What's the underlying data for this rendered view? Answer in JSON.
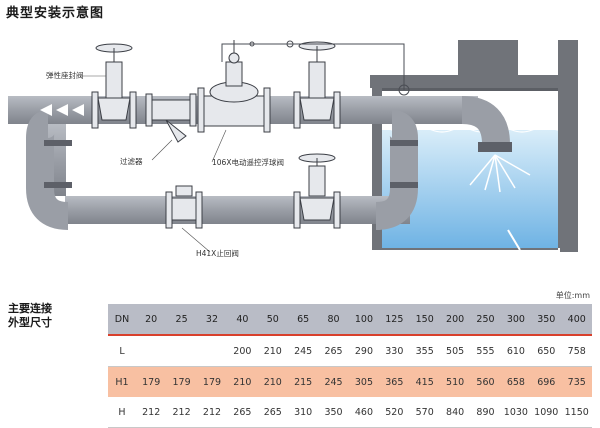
{
  "title": "典型安装示意图",
  "callouts": {
    "gate_valve": "弹性座封阀",
    "filter": "过滤器",
    "float_valve": "106X电动遥控浮球阀",
    "check_valve": "H41X止回阀"
  },
  "side_label": {
    "line1": "主要连接",
    "line2": "外型尺寸"
  },
  "unit": "单位:mm",
  "table": {
    "dn": {
      "label": "DN",
      "values": [
        "20",
        "25",
        "32",
        "40",
        "50",
        "65",
        "80",
        "100",
        "125",
        "150",
        "200",
        "250",
        "300",
        "350",
        "400"
      ]
    },
    "l": {
      "label": "L",
      "values": [
        "",
        "",
        "",
        "200",
        "210",
        "245",
        "265",
        "290",
        "330",
        "355",
        "505",
        "555",
        "610",
        "650",
        "758"
      ]
    },
    "h1": {
      "label": "H1",
      "values": [
        "179",
        "179",
        "179",
        "210",
        "210",
        "215",
        "245",
        "305",
        "365",
        "415",
        "510",
        "560",
        "658",
        "696",
        "735"
      ]
    },
    "h": {
      "label": "H",
      "values": [
        "212",
        "212",
        "212",
        "265",
        "265",
        "310",
        "350",
        "460",
        "520",
        "570",
        "840",
        "890",
        "1030",
        "1090",
        "1150"
      ]
    }
  },
  "colors": {
    "pipe": "#9a9ea6",
    "water": "#8fc4ea",
    "table_header": "#b9bcc6",
    "accent_line": "#d9402c",
    "h1_row": "#f8c0a2"
  }
}
